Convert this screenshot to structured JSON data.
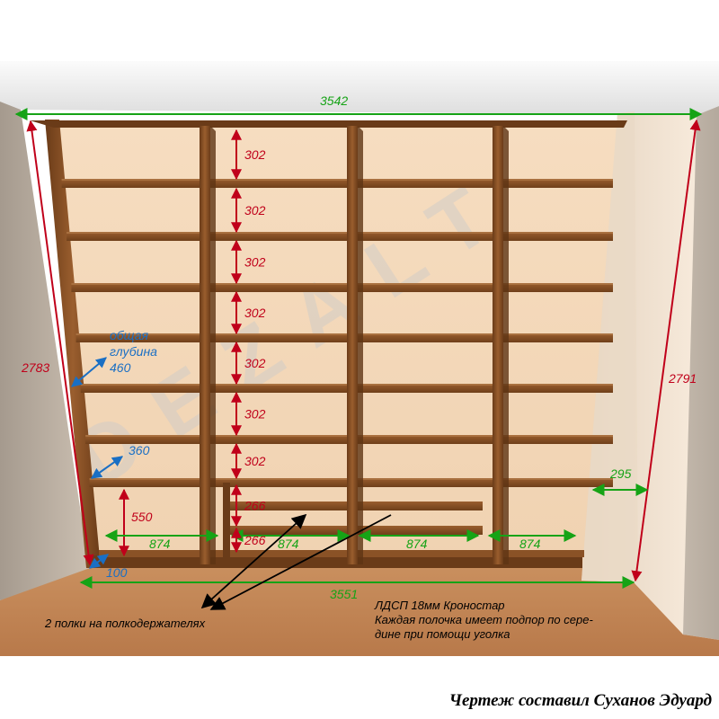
{
  "watermark": "DEZALT",
  "dimensions": {
    "overall_width_top": "3542",
    "overall_width_bottom": "3551",
    "height_left": "2783",
    "height_right": "2791",
    "shelf_gaps": [
      "302",
      "302",
      "302",
      "302",
      "302",
      "302",
      "302",
      "266",
      "266"
    ],
    "total_depth_label_line1": "общая",
    "total_depth_label_line2": "глубина",
    "total_depth_value": "460",
    "side_depth": "360",
    "column_widths": [
      "874",
      "874",
      "874",
      "874"
    ],
    "bottom_height": "550",
    "plinth_depth": "100",
    "pillar_depth": "295"
  },
  "notes": {
    "shelves_on_holders": "2 полки на полкодержателях",
    "material_line1": "ЛДСП 18мм Кроностар",
    "material_line2": "Каждая полочка имеет подпор по сере-",
    "material_line3": "дине при помощи уголка"
  },
  "footer": {
    "credit": "Чертеж составил Суханов Эдуард"
  },
  "colors": {
    "wood": "#8a5226",
    "wood_dark": "#5e3414",
    "wall": "#f5dcc0",
    "floor": "#c08656",
    "dimension_green": "#16a316",
    "dimension_red": "#c0001a",
    "dimension_blue": "#1a6fc4"
  }
}
